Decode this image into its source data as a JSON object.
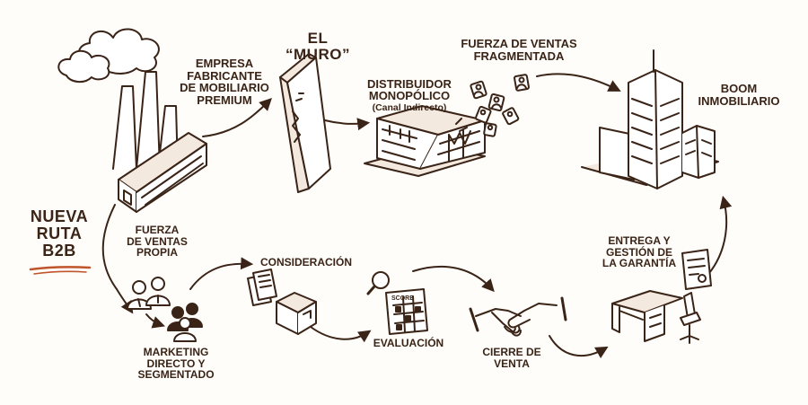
{
  "diagram": {
    "labels": {
      "manufacturer": "EMPRESA\nFABRICANTE\nDE MOBILIARIO\nPREMIUM",
      "wall": "EL “MURO”",
      "distributor": "DISTRIBUIDOR\nMONOPÓLICO",
      "distributor_sub": "(Canal Indirecto)",
      "fragmented_sales": "FUERZA DE VENTAS\nFRAGMENTADA",
      "boom": "BOOM\nINMOBILIARIO",
      "new_route": "NUEVA\nRUTA\nB2B",
      "own_sales": "FUERZA\nDE VENTAS\nPROPIA",
      "marketing": "MARKETING\nDIRECTO Y\nSEGMENTADO",
      "consideration": "CONSIDERACIÓN",
      "evaluation": "EVALUACIÓN",
      "closing": "CIERRE DE\nVENTA",
      "delivery": "ENTREGA Y\nGESTIÓN DE\nLA GARANTÍA",
      "score": "SCORE"
    },
    "icons": [
      "factory-icon",
      "wall-icon",
      "distributor-building-icon",
      "scattered-people-icon",
      "skyscrapers-icon",
      "salespeople-icon",
      "group-icon",
      "documents-icon",
      "box-icon",
      "magnifier-icon",
      "scorecard-icon",
      "handshake-icon",
      "desk-icon",
      "certificate-icon"
    ],
    "colors": {
      "ink": "#3a2417",
      "accent": "#c0542a",
      "paper": "#fffdf9"
    }
  }
}
